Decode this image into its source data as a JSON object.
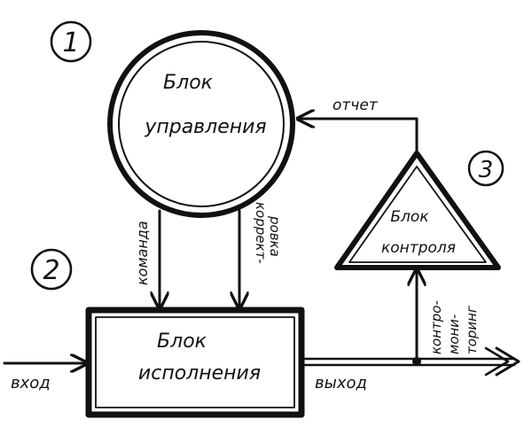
{
  "colors": {
    "ink": "#111111",
    "paper": "#ffffff"
  },
  "nodes": {
    "control": {
      "number": "1",
      "line1": "Блок",
      "line2": "управления"
    },
    "execution": {
      "number": "2",
      "line1": "Блок",
      "line2": "исполнения"
    },
    "monitor": {
      "number": "3",
      "line1": "Блок",
      "line2": "контроля"
    }
  },
  "edges": {
    "command": "команда",
    "correction_1": "коррект-",
    "correction_2": "ровка",
    "report": "отчет",
    "input": "вход",
    "output": "выход",
    "monitoring_1": "контро-",
    "monitoring_2": "мони-",
    "monitoring_3": "торинг"
  }
}
